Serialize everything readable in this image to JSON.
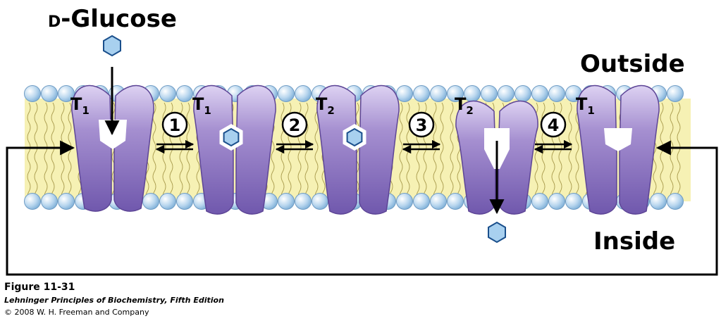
{
  "labels": {
    "glucose_prefix": "D",
    "glucose": "-Glucose",
    "outside": "Outside",
    "inside": "Inside"
  },
  "transporters": [
    {
      "name": "T",
      "sub": "1"
    },
    {
      "name": "T",
      "sub": "1"
    },
    {
      "name": "T",
      "sub": "2"
    },
    {
      "name": "T",
      "sub": "2"
    },
    {
      "name": "T",
      "sub": "1"
    }
  ],
  "steps": [
    "1",
    "2",
    "3",
    "4"
  ],
  "caption": {
    "title": "Figure 11-31",
    "subtitle": "Lehninger Principles of Biochemistry, Fifth Edition",
    "copyright": "© 2008 W. H. Freeman and Company"
  },
  "colors": {
    "protein": "#8f74c0",
    "protein_light": "#d8ccef",
    "protein_dark": "#6b52a3",
    "lipid_tail": "#f6f1b4",
    "lipid_head": "#a9cdea",
    "glucose_fill": "#a8d0ef",
    "glucose_stroke": "#1a4f8c"
  }
}
